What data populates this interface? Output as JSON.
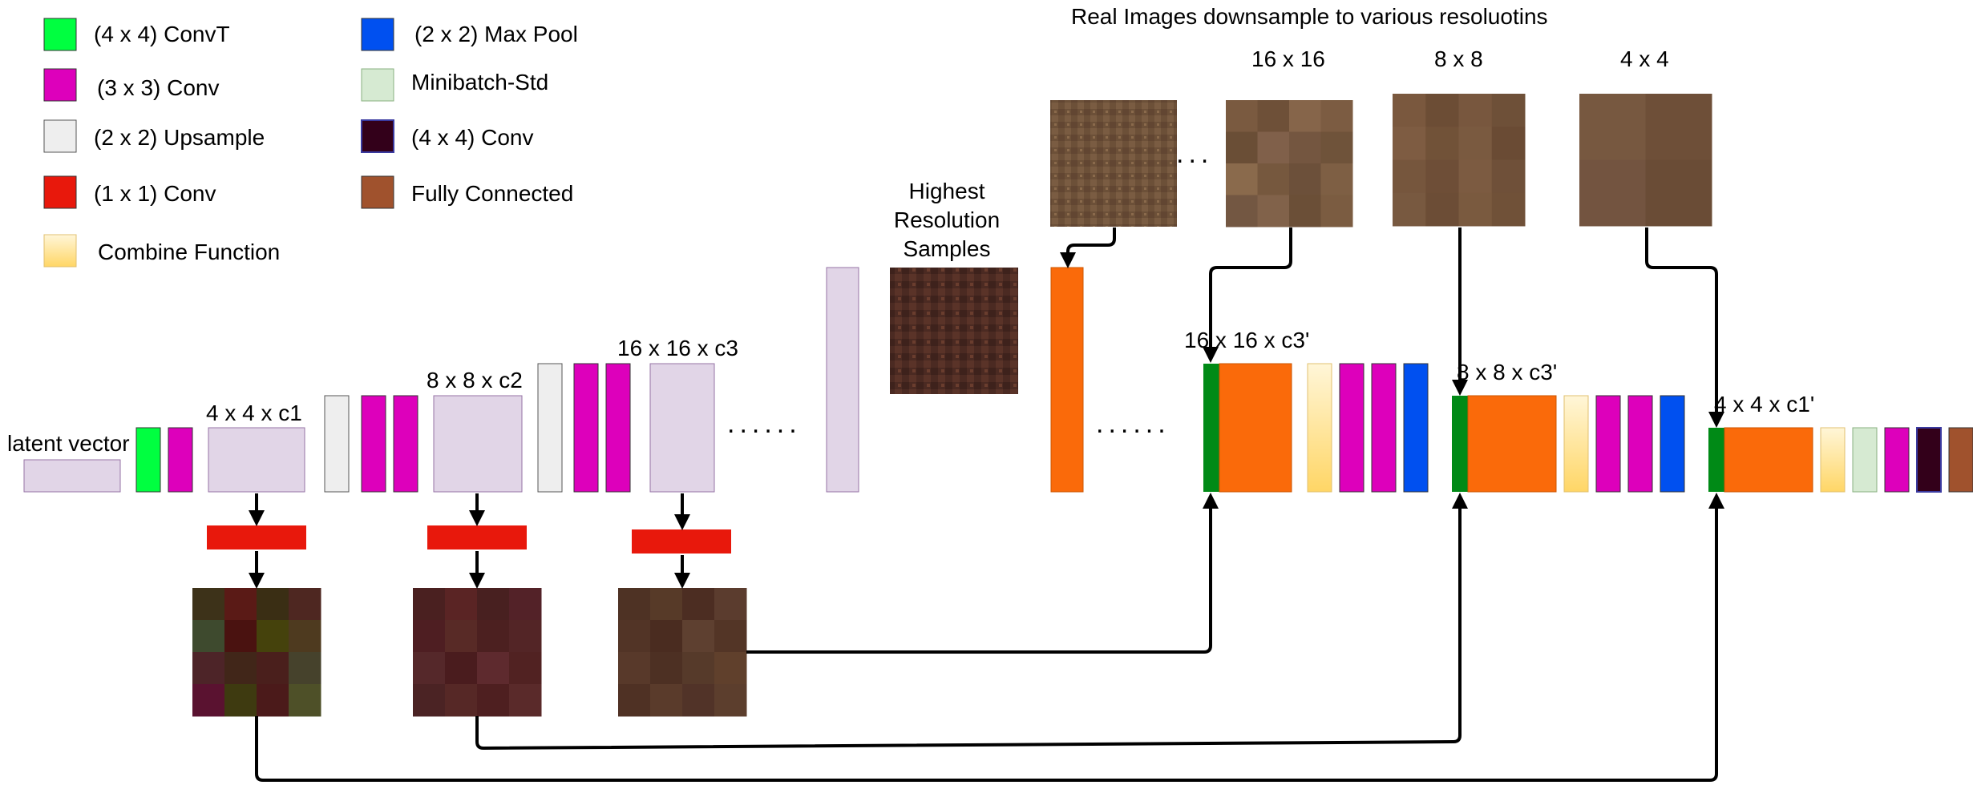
{
  "colors": {
    "convt": "#00ff40",
    "conv3": "#dd00bb",
    "upsample": "#eeeeee",
    "conv1": "#e8180c",
    "combine": "#fff0b8",
    "maxpool": "#0050f0",
    "minibatch": "#d6ead2",
    "conv4": "#33001a",
    "fc": "#a0522d",
    "feature": "#e1d5e7",
    "feature_border": "#9673a6",
    "orange": "#fa6a0a",
    "green_bar": "#008a16",
    "arrow": "#000000"
  },
  "legend": [
    {
      "label": "(4 x 4) ConvT",
      "color_key": "convt"
    },
    {
      "label": "(3 x 3) Conv",
      "color_key": "conv3"
    },
    {
      "label": "(2 x 2) Upsample",
      "color_key": "upsample"
    },
    {
      "label": "(1 x 1) Conv",
      "color_key": "conv1"
    },
    {
      "label": "Combine Function",
      "color_key": "combine"
    },
    {
      "label": "(2 x 2) Max Pool",
      "color_key": "maxpool"
    },
    {
      "label": "Minibatch-Std",
      "color_key": "minibatch"
    },
    {
      "label": "(4 x 4) Conv",
      "color_key": "conv4"
    },
    {
      "label": "Fully Connected",
      "color_key": "fc"
    }
  ],
  "labels": {
    "real_images_title": "Real Images downsample to various resoluotins",
    "res16": "16 x 16",
    "res8": "8 x 8",
    "res4": "4 x 4",
    "highest_line1": "Highest",
    "highest_line2": "Resolution",
    "highest_line3": "Samples",
    "latent_vector": "latent vector",
    "gen_4x4": "4 x 4 x c1",
    "gen_8x8": "8 x 8 x c2",
    "gen_16x16": "16 x 16 x c3",
    "disc_16x16": "16 x 16 x c3'",
    "disc_8x8": "8 x 8 x c3'",
    "disc_4x4": "4 x 4 x c1'",
    "dots": "......",
    "dots_short": "..."
  },
  "thumbs": {
    "gen4": [
      "#3d3219",
      "#5a1a16",
      "#3a2e14",
      "#4e2721",
      "#3e4a2e",
      "#4a1210",
      "#45420c",
      "#4e3a1f",
      "#4d2428",
      "#412619",
      "#4a1f1c",
      "#46422c",
      "#5a1230",
      "#3e3a10",
      "#4b1a1a",
      "#4e5028"
    ],
    "gen8": [
      "#4a2020",
      "#5a2424",
      "#482020",
      "#532228",
      "#4e1e22",
      "#582a26",
      "#4c2020",
      "#532526",
      "#55282a",
      "#4a1c1e",
      "#5e2a2e",
      "#512222",
      "#4b2324",
      "#562826",
      "#4e1f20",
      "#5a2a2a"
    ],
    "gen16": [
      "#4e3224",
      "#573a28",
      "#4c2d22",
      "#5b3c2e",
      "#523426",
      "#4a2c20",
      "#5e4030",
      "#533526",
      "#58392a",
      "#4d3023",
      "#563a2a",
      "#60402c",
      "#4f3124",
      "#5a3b2b",
      "#513328",
      "#5c3e2d"
    ],
    "real16": [
      "#7a5a40",
      "#6e5038",
      "#86654a",
      "#7c5c42",
      "#6a4e36",
      "#80604a",
      "#745640",
      "#6f533a",
      "#8a6a4c",
      "#76583e",
      "#6c503a",
      "#7e5f44",
      "#735742",
      "#81624a",
      "#6b4f37",
      "#7b5c41"
    ],
    "real8": [
      "#7a583e",
      "#6c4d35",
      "#78573e",
      "#6e5038",
      "#7e5c42",
      "#715238",
      "#7a5a40",
      "#6a4b34",
      "#76563d",
      "#6e4e37",
      "#7c5b41",
      "#6f5039",
      "#785940",
      "#6c4d36",
      "#7a5a3f",
      "#705138"
    ],
    "real4": [
      "#775840",
      "#6e4f38",
      "#735440",
      "#6a4c36"
    ]
  }
}
